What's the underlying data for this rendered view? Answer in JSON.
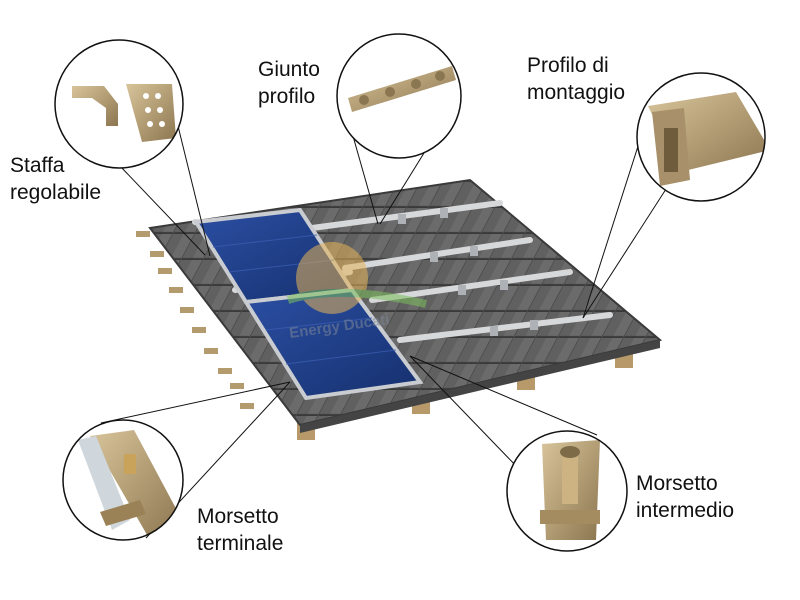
{
  "labels": {
    "staffa": [
      "Staffa",
      "regolabile"
    ],
    "giunto": [
      "Giunto",
      "profilo"
    ],
    "profilo": [
      "Profilo di",
      "montaggio"
    ],
    "morsetto_terminale": [
      "Morsetto",
      "terminale"
    ],
    "morsetto_intermedio": [
      "Morsetto",
      "intermedio"
    ]
  },
  "watermark": "Energy Ducati",
  "colors": {
    "roof_tile": "#5e5e5e",
    "roof_tile_dark": "#3e3e3e",
    "solar_panel": "#1f3f8a",
    "panel_frame": "#c9ccd0",
    "rail": "#c6c9cc",
    "beam": "#b89a6a",
    "bronze_part": "#b39b6e",
    "callout_line": "#111111"
  }
}
